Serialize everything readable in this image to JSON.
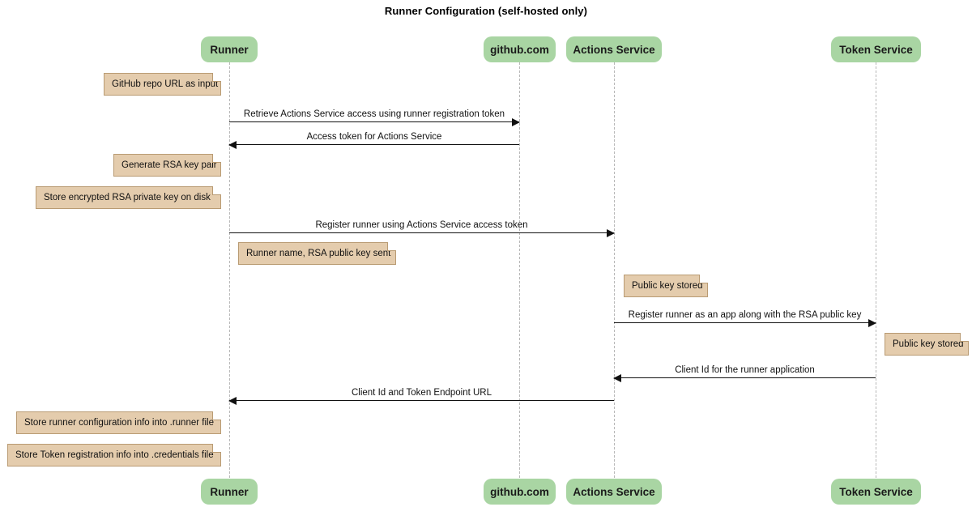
{
  "title": "Runner Configuration (self-hosted only)",
  "colors": {
    "participant_fill": "#a9d5a3",
    "note_fill": "#e4ccad",
    "note_border": "#b99b73",
    "line": "#111111",
    "lifeline": "#b8b8b8",
    "background": "#ffffff"
  },
  "participants": [
    {
      "id": "runner",
      "label": "Runner"
    },
    {
      "id": "github",
      "label": "github.com"
    },
    {
      "id": "actions",
      "label": "Actions Service"
    },
    {
      "id": "token",
      "label": "Token Service"
    }
  ],
  "messages": [
    {
      "id": "m1",
      "label": "Retrieve Actions Service access using runner registration token",
      "from": "runner",
      "to": "github",
      "direction": "to-right"
    },
    {
      "id": "m2",
      "label": "Access token for Actions Service",
      "from": "github",
      "to": "runner",
      "direction": "to-left"
    },
    {
      "id": "m3",
      "label": "Register runner using Actions Service access token",
      "from": "runner",
      "to": "actions",
      "direction": "to-right"
    },
    {
      "id": "m4",
      "label": "Register runner as an app along with the RSA public key",
      "from": "actions",
      "to": "token",
      "direction": "to-right"
    },
    {
      "id": "m5",
      "label": "Client Id for the runner application",
      "from": "token",
      "to": "actions",
      "direction": "to-left"
    },
    {
      "id": "m6",
      "label": "Client Id and Token Endpoint URL",
      "from": "actions",
      "to": "runner",
      "direction": "to-left"
    }
  ],
  "notes": [
    {
      "id": "n1",
      "label": "GitHub repo URL as input",
      "on": "runner"
    },
    {
      "id": "n2",
      "label": "Generate RSA key pair",
      "on": "runner"
    },
    {
      "id": "n3",
      "label": "Store encrypted RSA private key on disk",
      "on": "runner"
    },
    {
      "id": "n4",
      "label": "Runner name, RSA public key sent",
      "on": "runner"
    },
    {
      "id": "n5",
      "label": "Public key stored",
      "on": "actions"
    },
    {
      "id": "n6",
      "label": "Public key stored",
      "on": "token"
    },
    {
      "id": "n7",
      "label": "Store runner configuration info into .runner file",
      "on": "runner"
    },
    {
      "id": "n8",
      "label": "Store Token registration info into .credentials file",
      "on": "runner"
    }
  ]
}
